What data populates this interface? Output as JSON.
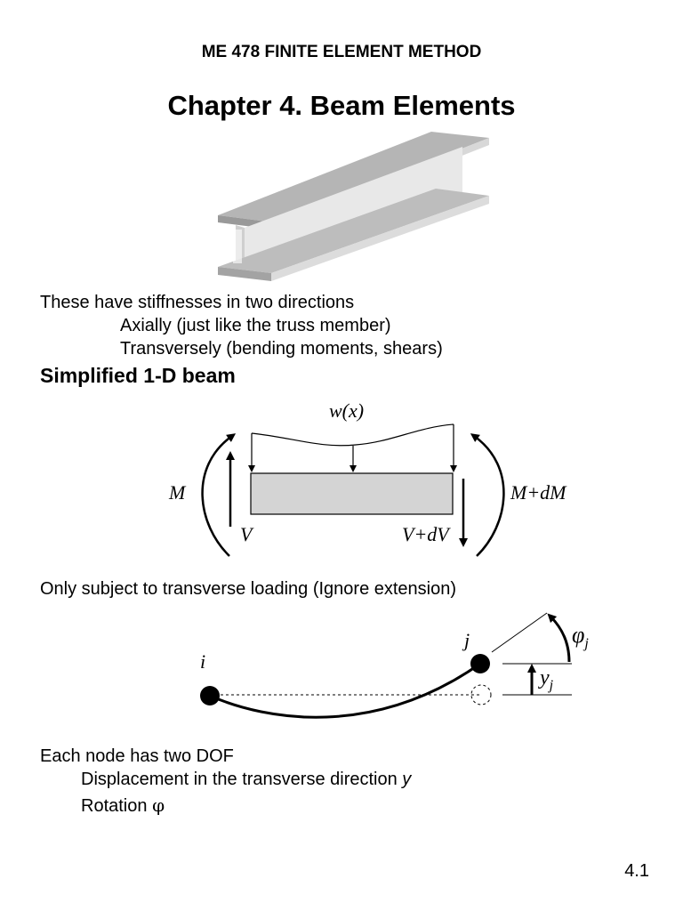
{
  "header": {
    "course": "ME 478 FINITE ELEMENT METHOD",
    "chapter_title": "Chapter 4. Beam Elements"
  },
  "intro": {
    "line1": "These have stiffnesses in two directions",
    "line2": "Axially (just like the truss member)",
    "line3": "Transversely (bending moments, shears)"
  },
  "section_title": "Simplified 1-D beam",
  "beam_diagram": {
    "load_label": "w(x)",
    "left_moment": "M",
    "right_moment": "M+dM",
    "left_shear": "V",
    "right_shear": "V+dV"
  },
  "transverse_note": "Only subject to transverse loading (Ignore extension)",
  "deflection_diagram": {
    "node_i": "i",
    "node_j": "j",
    "rotation_label": "φ",
    "rotation_sub": "j",
    "displacement_label": "y",
    "displacement_sub": "j"
  },
  "dof": {
    "line1": "Each node has two DOF",
    "line2_prefix": "Displacement in the transverse direction ",
    "line2_var": "y",
    "line3_prefix": "Rotation ",
    "line3_var": "φ"
  },
  "page_number": "4.1",
  "colors": {
    "beam_fill": "#d4d4d4",
    "ibeam_light": "#e6e6e6",
    "ibeam_mid": "#bdbdbd",
    "ibeam_dark": "#8c8c8c"
  }
}
